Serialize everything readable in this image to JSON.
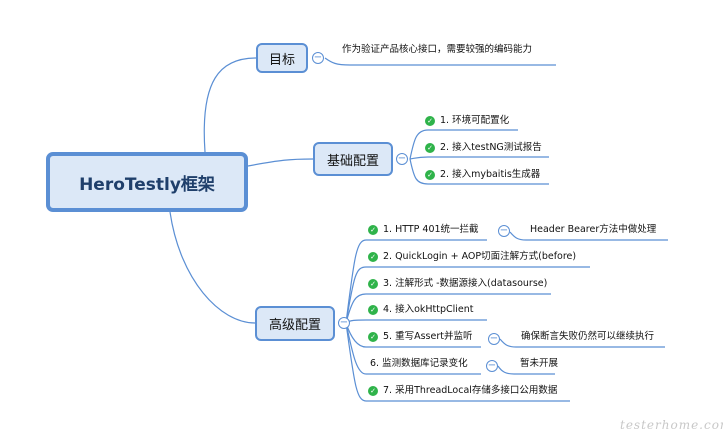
{
  "root": {
    "label": "HeroTestly框架"
  },
  "goal": {
    "label": "目标",
    "children": [
      "作为验证产品核心接口，需要较强的编码能力"
    ]
  },
  "basic": {
    "label": "基础配置",
    "children": [
      "1. 环境可配置化",
      "2. 接入testNG测试报告",
      "2. 接入mybaitis生成器"
    ]
  },
  "advanced": {
    "label": "高级配置",
    "children": [
      "1. HTTP 401统一拦截",
      "2. QuickLogin + AOP切面注解方式(before)",
      "3. 注解形式 -数据源接入(datasourse)",
      "4. 接入okHttpClient",
      "5. 重写Assert并监听",
      "6. 监测数据库记录变化",
      "7. 采用ThreadLocal存储多接口公用数据"
    ],
    "subnotes": {
      "http401": "Header Bearer方法中做处理",
      "assert": "确保断言失败仍然可以继续执行",
      "db": "暂未开展"
    }
  },
  "watermark": "testerhome.com",
  "colors": {
    "node_fill": "#dce8f7",
    "node_border": "#5b8fd4",
    "check": "#2fb34a",
    "link": "#5b8fd4"
  }
}
